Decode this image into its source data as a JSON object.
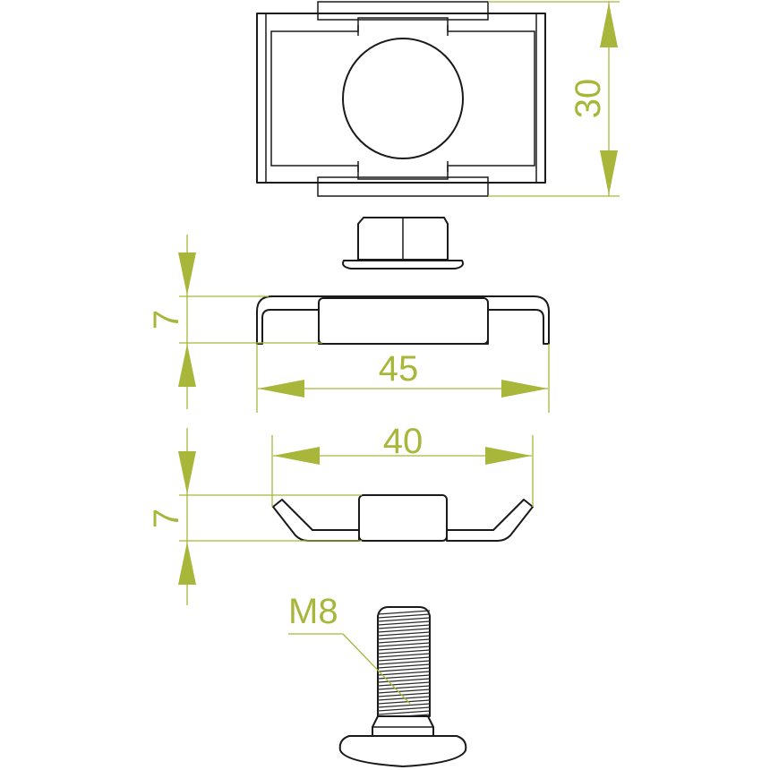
{
  "colors": {
    "dimension": "#a8b63a",
    "outline": "#1a1a1a",
    "background": "#ffffff"
  },
  "dimensions": {
    "plate_width": "30",
    "clip_height": "7",
    "clip_length": "45",
    "base_length": "40",
    "base_height": "7",
    "bolt_thread": "M8"
  }
}
